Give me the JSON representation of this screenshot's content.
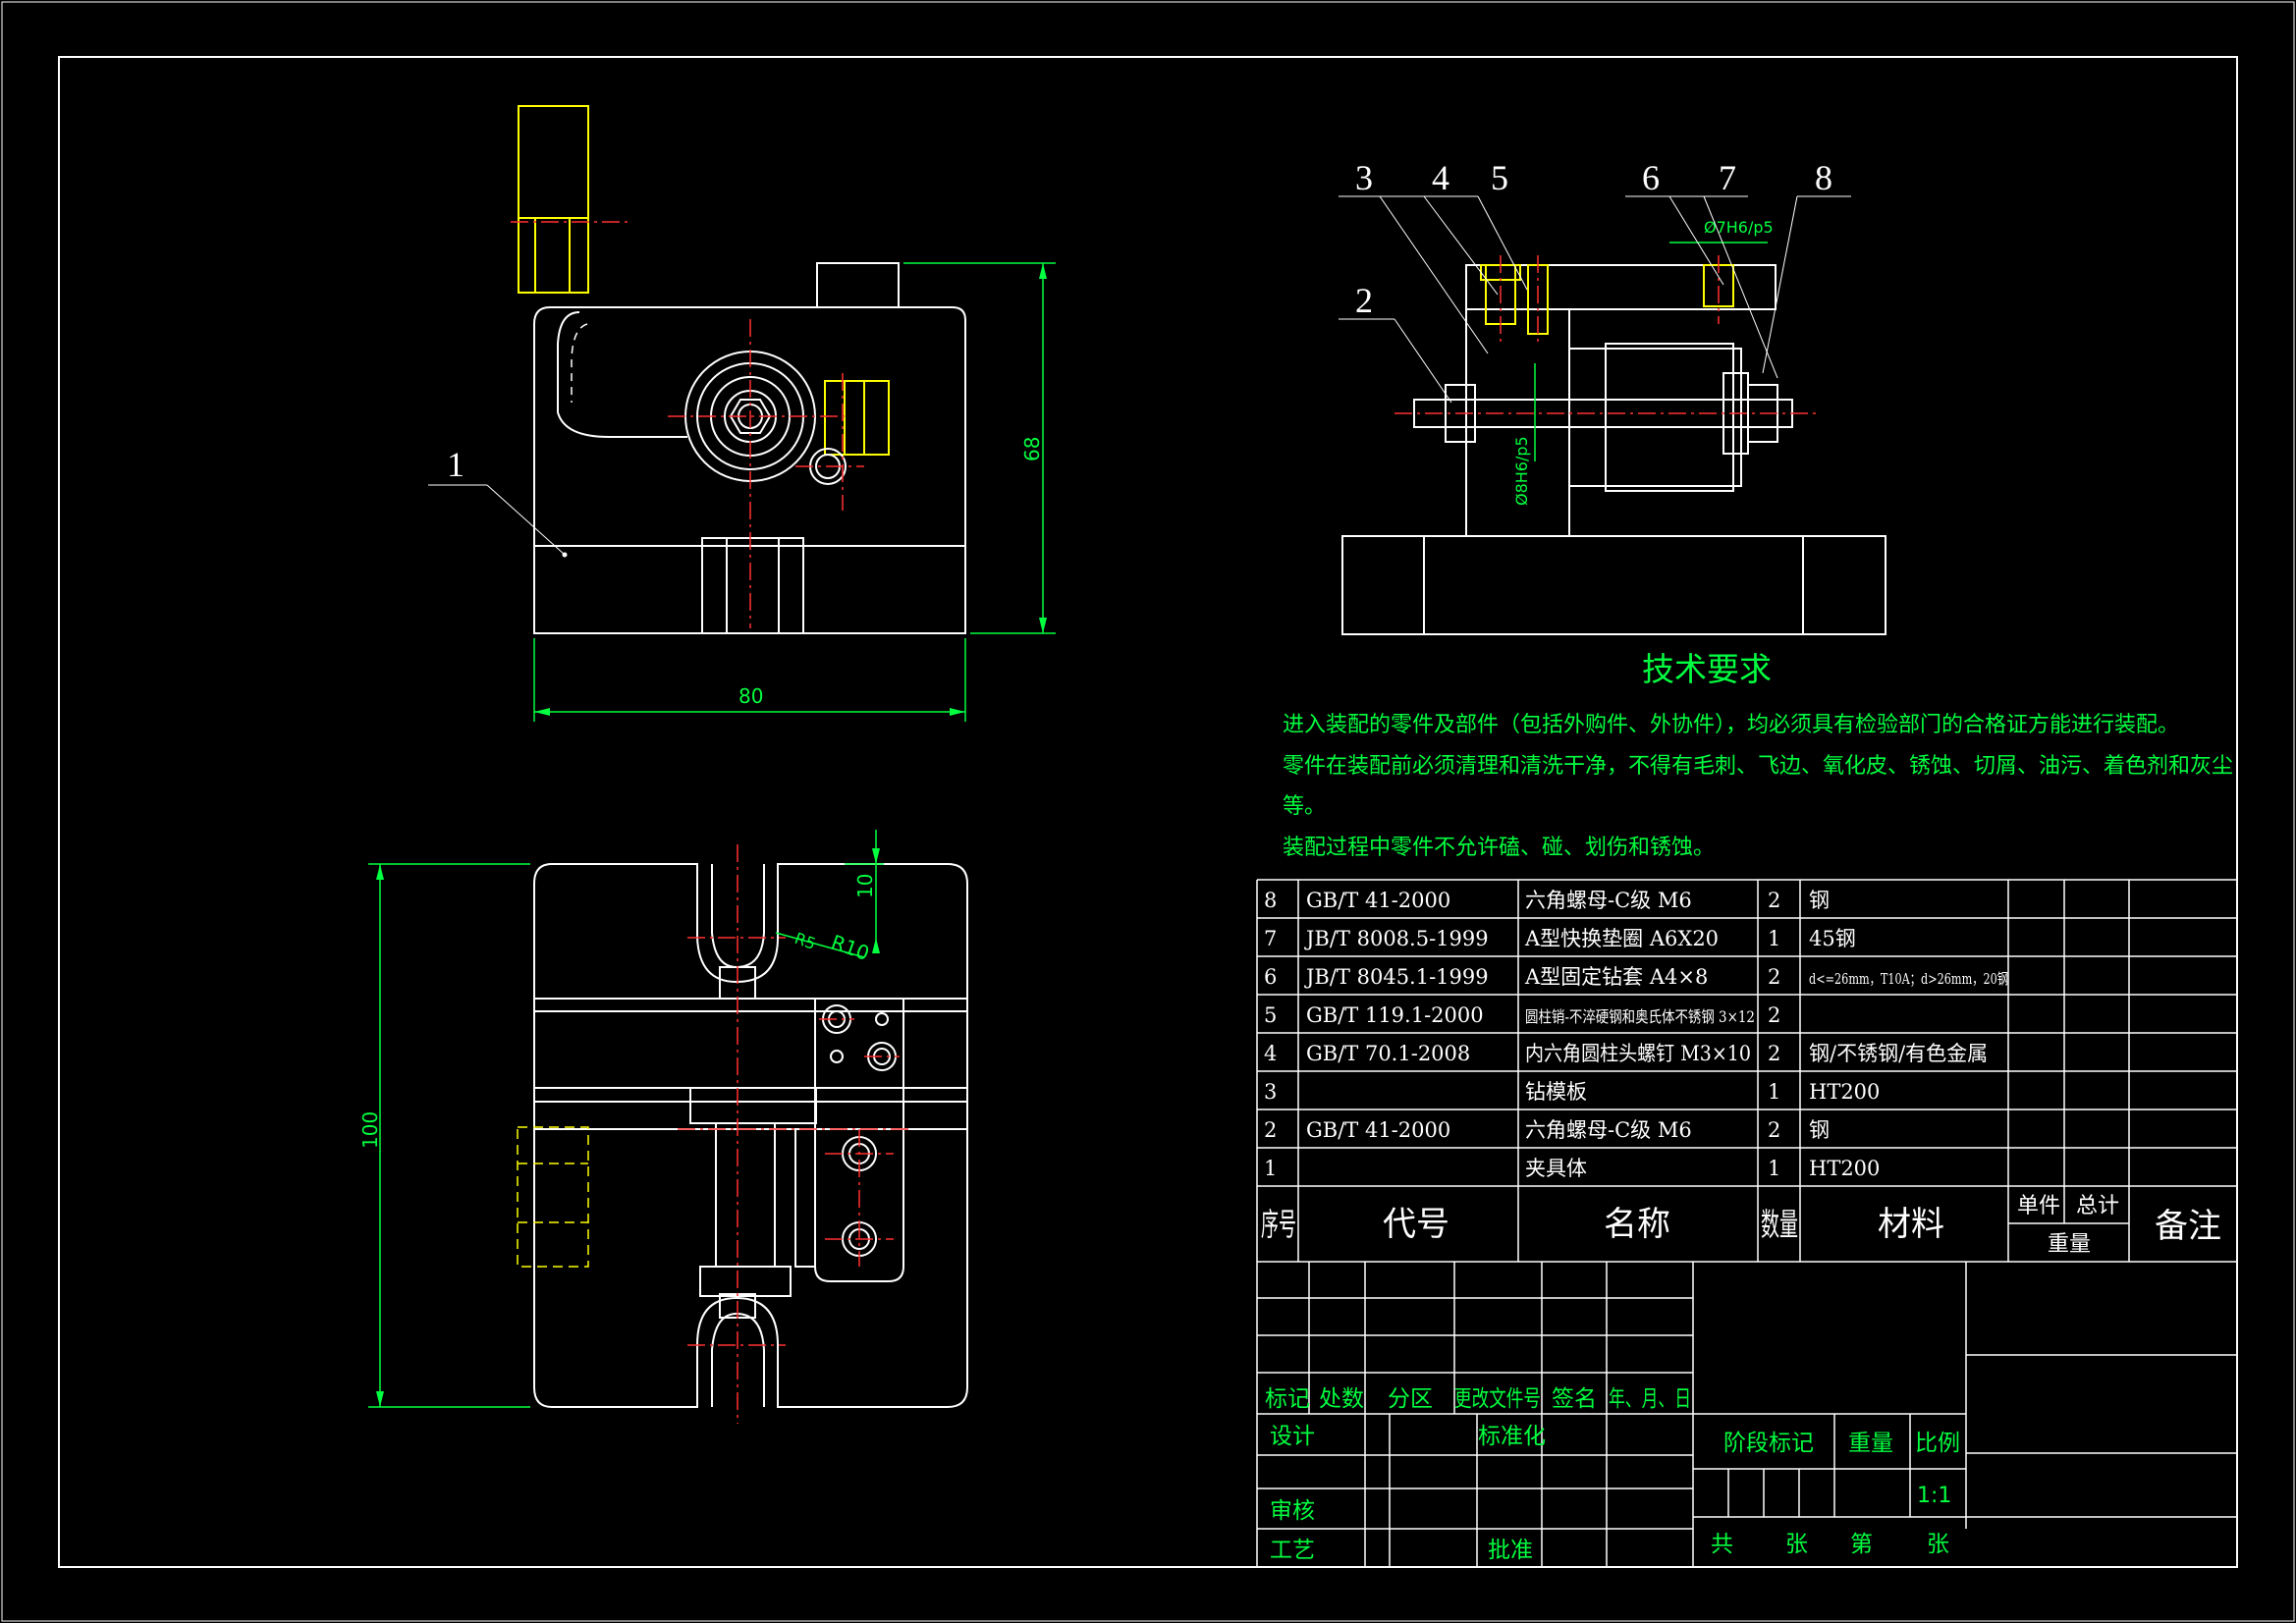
{
  "views": {
    "front": {
      "balloon": "1",
      "dim_width": "80",
      "dim_height": "68"
    },
    "plan": {
      "dim_height": "100",
      "dim_top": "10",
      "radius_large": "R10",
      "radius_small": "R5"
    },
    "section": {
      "balloons": [
        "2",
        "3",
        "4",
        "5",
        "6",
        "7",
        "8"
      ],
      "fit_top": "Ø7H6/p5",
      "fit_left": "Ø8H6/p5"
    }
  },
  "tech_requirements": {
    "title": "技术要求",
    "lines": [
      "进入装配的零件及部件（包括外购件、外协件），均必须具有检验部门的合格证方能进行装配。",
      "零件在装配前必须清理和清洗干净，不得有毛刺、飞边、氧化皮、锈蚀、切屑、油污、着色剂和灰尘",
      "等。",
      "装配过程中零件不允许磕、碰、划伤和锈蚀。"
    ]
  },
  "bom": {
    "rows": [
      {
        "no": "8",
        "code": "GB/T 41-2000",
        "name": "六角螺母-C级 M6",
        "qty": "2",
        "material": "钢"
      },
      {
        "no": "7",
        "code": "JB/T 8008.5-1999",
        "name": "A型快换垫圈 A6X20",
        "qty": "1",
        "material": "45钢"
      },
      {
        "no": "6",
        "code": "JB/T 8045.1-1999",
        "name": "A型固定钻套 A4×8",
        "qty": "2",
        "material": "d<=26mm，T10A；d>26mm，20钢"
      },
      {
        "no": "5",
        "code": "GB/T 119.1-2000",
        "name": "圆柱销-不淬硬钢和奥氏体不锈钢 3×12",
        "qty": "2",
        "material": ""
      },
      {
        "no": "4",
        "code": "GB/T 70.1-2008",
        "name": "内六角圆柱头螺钉 M3×10",
        "qty": "2",
        "material": "钢/不锈钢/有色金属"
      },
      {
        "no": "3",
        "code": "",
        "name": "钻模板",
        "qty": "1",
        "material": "HT200"
      },
      {
        "no": "2",
        "code": "GB/T 41-2000",
        "name": "六角螺母-C级 M6",
        "qty": "2",
        "material": "钢"
      },
      {
        "no": "1",
        "code": "",
        "name": "夹具体",
        "qty": "1",
        "material": "HT200"
      }
    ],
    "header": {
      "no": "序号",
      "code": "代号",
      "name": "名称",
      "qty": "数量",
      "material": "材料",
      "unit": "单件",
      "total": "总计",
      "weight": "重量",
      "remark": "备注"
    }
  },
  "title_block": {
    "rev_labels": [
      "标记",
      "处数",
      "分区",
      "更改文件号",
      "签名",
      "年、月、日"
    ],
    "design": "设计",
    "standardize": "标准化",
    "review": "审核",
    "process": "工艺",
    "approve": "批准",
    "stage_mark": "阶段标记",
    "weight": "重量",
    "scale_label": "比例",
    "scale": "1:1",
    "sheet_total": "共",
    "sheet_unit": "张",
    "sheet_no": "第",
    "sheet_unit2": "张"
  },
  "colors": {
    "background": "#000000",
    "outline": "#ffffff",
    "centerline": "#ff3030",
    "dimension": "#00ff40",
    "hidden": "#ffff00"
  }
}
